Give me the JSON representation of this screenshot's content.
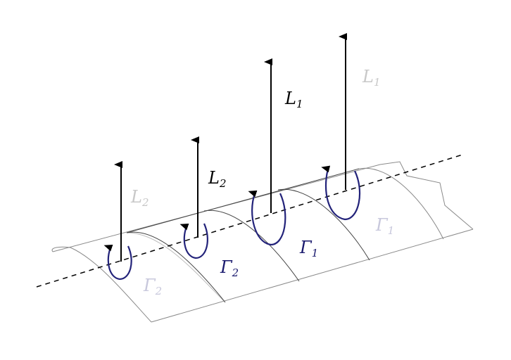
{
  "labels": {
    "lift_far_left": {
      "main": "L",
      "sub": "2",
      "color": "#c8c8c8"
    },
    "lift_left": {
      "main": "L",
      "sub": "2",
      "color": "#000000"
    },
    "lift_right": {
      "main": "L",
      "sub": "1",
      "color": "#000000"
    },
    "lift_far_right": {
      "main": "L",
      "sub": "1",
      "color": "#c8c8c8"
    },
    "circ_far_left": {
      "main": "Γ",
      "sub": "2",
      "color": "#c8c8dc"
    },
    "circ_left": {
      "main": "Γ",
      "sub": "2",
      "color": "#1a1a6e"
    },
    "circ_right": {
      "main": "Γ",
      "sub": "1",
      "color": "#1a1a6e"
    },
    "circ_far_right": {
      "main": "Γ",
      "sub": "1",
      "color": "#c8c8dc"
    }
  },
  "colors": {
    "vortex": "#23237a",
    "wing": "#888888",
    "axis": "#000000"
  }
}
